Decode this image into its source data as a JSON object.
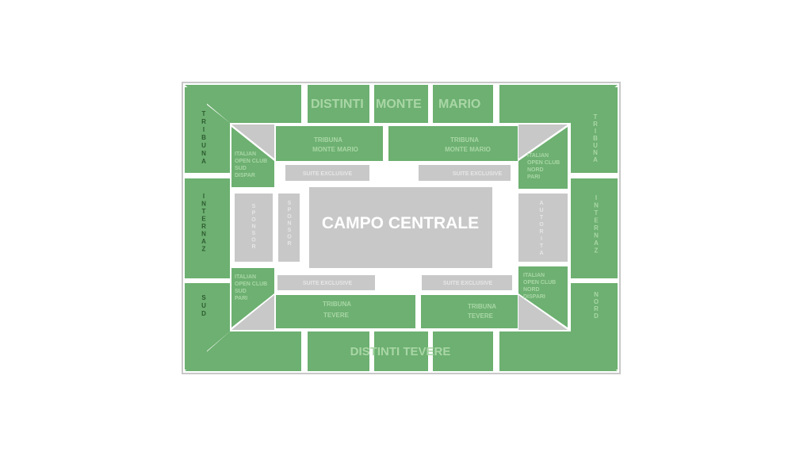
{
  "colors": {
    "green": "#6db071",
    "green_text": "#a9d6a6",
    "dark_text": "#2e5b31",
    "grey": "#c8c8c8",
    "grey_text": "#e6e6e6",
    "court_text": "#ffffff",
    "frame": "#c8c8c8"
  },
  "labels": {
    "distinti_monte": "DISTINTI",
    "distinti_monte_2": "MONTE",
    "distinti_monte_3": "MARIO",
    "distinti_tevere": "DISTINTI TEVERE",
    "tribuna_monte_left_1": "TRIBUNA",
    "tribuna_monte_left_2": "MONTE MARIO",
    "tribuna_monte_right_1": "TRIBUNA",
    "tribuna_monte_right_2": "MONTE MARIO",
    "tribuna_tevere_left_1": "TRIBUNA",
    "tribuna_tevere_left_2": "TEVERE",
    "tribuna_tevere_right_1": "TRIBUNA",
    "tribuna_tevere_right_2": "TEVERE",
    "suite_1": "SUITE EXCLUSIVE",
    "suite_2": "SUITE EXCLUSIVE",
    "suite_3": "SUITE EXCLUSIVE",
    "suite_4": "SUITE EXCLUSIVE",
    "campo": "CAMPO CENTRALE",
    "left_tribuna": "TRIBUNA",
    "left_internaz": "INTERNAZ",
    "left_sud": "SUD",
    "right_tribuna": "TRIBUNA",
    "right_internaz": "INTERNAZ",
    "right_nord": "NORD",
    "sponsor": "SPONSOR",
    "sponsor_2": "SPONSOR",
    "autorita": "AUTORITA",
    "ioc_sud_dispari": [
      "ITALIAN",
      "OPEN CLUB",
      "SUD",
      "DISPAR"
    ],
    "ioc_sud_pari": [
      "ITALIAN",
      "OPEN CLUB",
      "SUD",
      "PARI"
    ],
    "ioc_nord_pari": [
      "ITALIAN",
      "OPEN CLUB",
      "NORD",
      "PARI"
    ],
    "ioc_nord_dispari": [
      "ITALIAN",
      "OPEN CLUB",
      "NORD",
      "DISPARI"
    ]
  }
}
